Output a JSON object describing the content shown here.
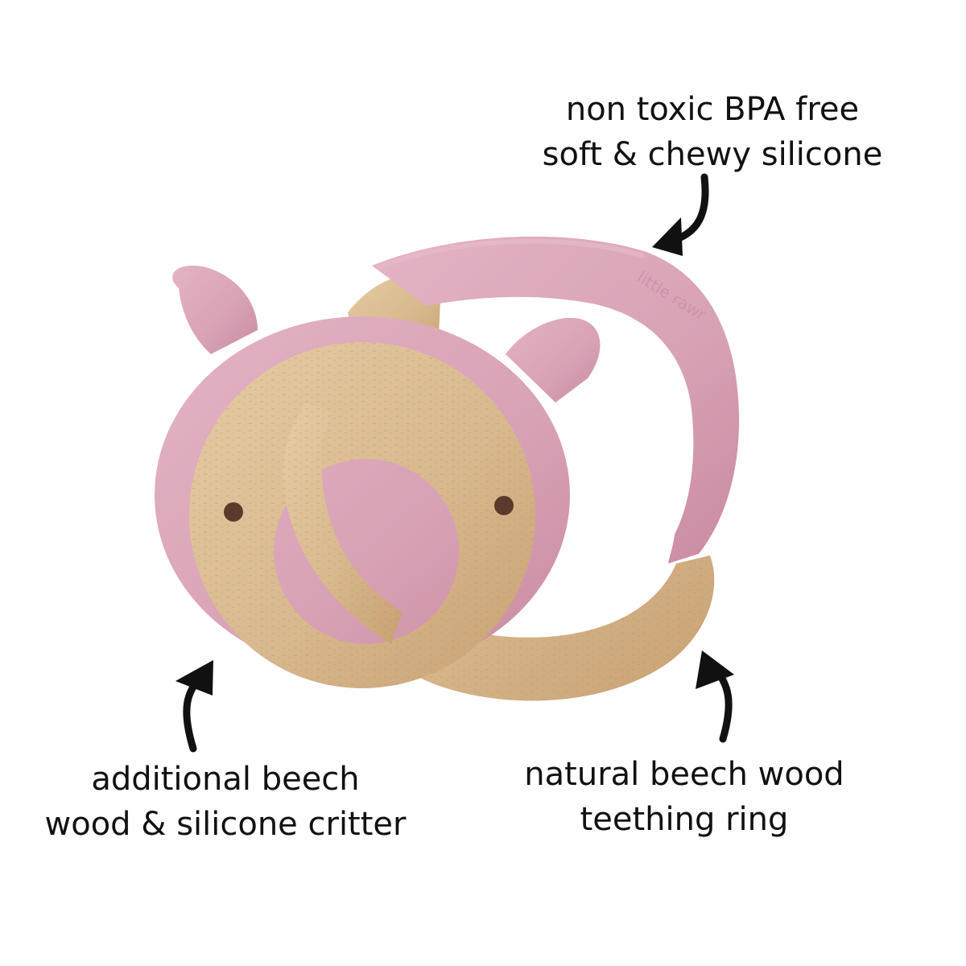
{
  "colors": {
    "silicone_pink": "#d8a2b5",
    "silicone_pink_light": "#e3b3c4",
    "silicone_pink_dark": "#c98aa1",
    "beech_wood": "#d9b98f",
    "beech_wood_light": "#e6cba4",
    "beech_wood_dark": "#c7a172",
    "eye_brown": "#5a3a2a",
    "text": "#111111",
    "background": "#ffffff"
  },
  "product": {
    "embossed_text": "little rawr"
  },
  "callouts": {
    "silicone": {
      "line1": "non toxic BPA free",
      "line2": "soft & chewy silicone"
    },
    "critter": {
      "line1": "additional beech",
      "line2": "wood & silicone critter"
    },
    "ring": {
      "line1": "natural beech wood",
      "line2": "teething ring"
    }
  }
}
